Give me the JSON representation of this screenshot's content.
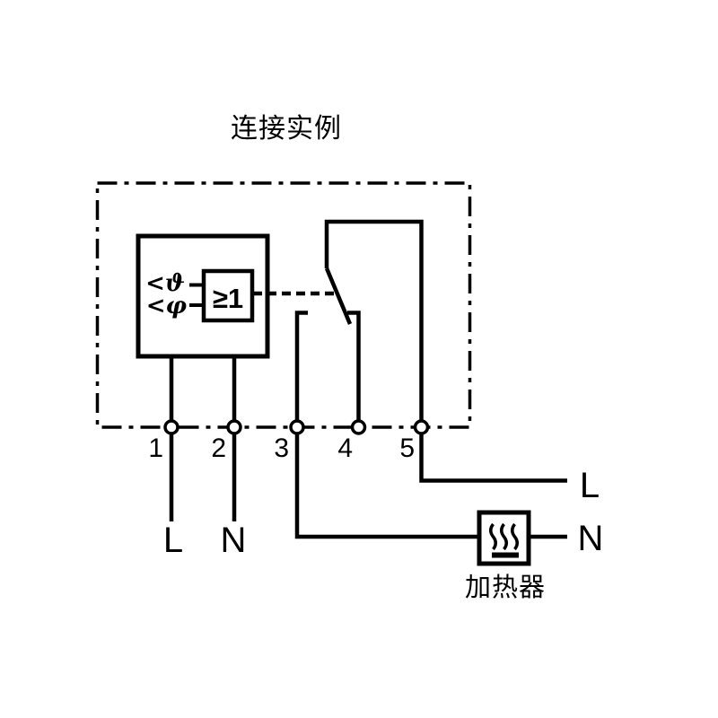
{
  "title": "连接实例",
  "device_box": {
    "sensor_input_1": "<ϑ",
    "sensor_input_2": "<φ",
    "or_gate": "≥1"
  },
  "terminals": {
    "numbers": [
      "1",
      "2",
      "3",
      "4",
      "5"
    ]
  },
  "labels": {
    "terminal1_wire": "L",
    "terminal2_wire": "N",
    "supply_line": "L",
    "supply_neutral": "N",
    "heater": "加热器"
  },
  "icons": {
    "heating_element": "heating-element-icon"
  },
  "colors": {
    "line": "#000000",
    "background": "#ffffff"
  }
}
